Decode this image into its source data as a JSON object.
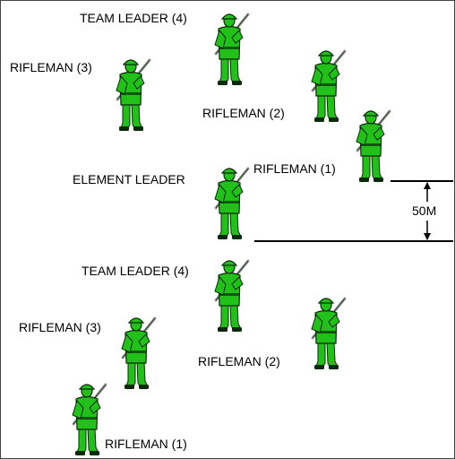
{
  "labels": {
    "team_leader": "TEAM LEADER (4)",
    "rifleman_3": "RIFLEMAN (3)",
    "rifleman_2": "RIFLEMAN (2)",
    "rifleman_1": "RIFLEMAN (1)",
    "element_leader": "ELEMENT LEADER",
    "interval": "50M"
  },
  "colors": {
    "uniform": "#22c11a",
    "outline": "#0b2a0b",
    "weapon": "#9a9a9a"
  },
  "icons": {
    "soldier": "soldier-with-rifle-icon"
  }
}
